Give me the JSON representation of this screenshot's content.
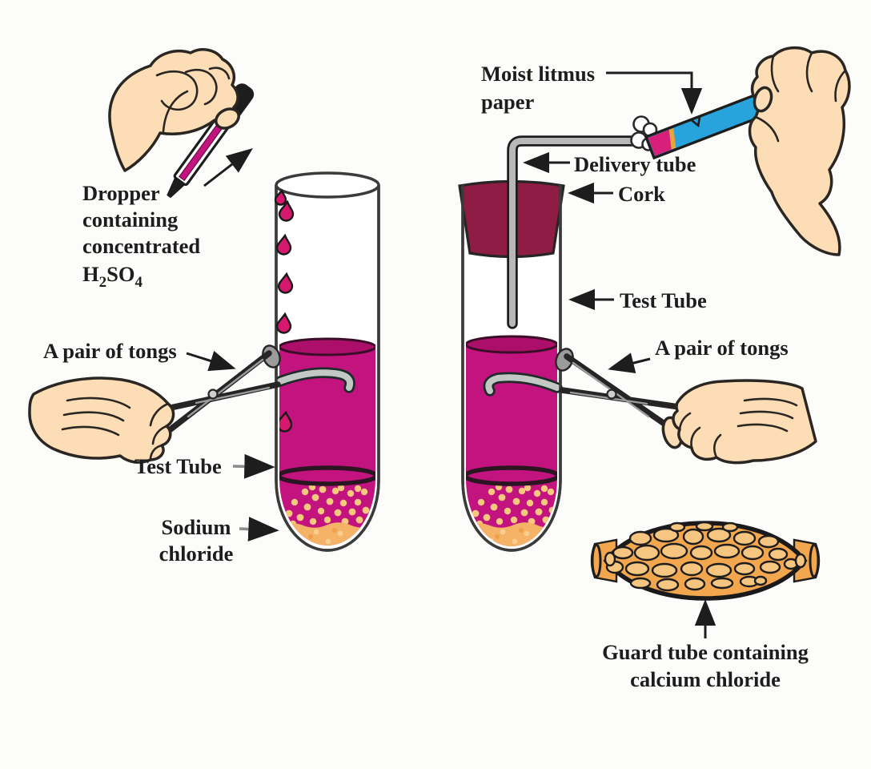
{
  "colors": {
    "background": "#fcfcfa",
    "ink": "#1d1d1d",
    "liquid": "#c3137e",
    "liquid_surface": "#ab0f6a",
    "cork": "#8e1c45",
    "litmus_blue": "#28a3dc",
    "litmus_tip_pink": "#d8207a",
    "litmus_tip_band": "#e8a33c",
    "salt_layer": "#f5b368",
    "salt_dot": "#f8c87e",
    "salt_speckle_light": "#f9ce8f",
    "salt_speckle_dark": "#eda049",
    "guard_fill": "#f2a64e",
    "pebble_light": "#f6c57f",
    "tube_gray": "#b8b8b8",
    "spoon_gray": "#c2c8c4",
    "skin": "#fcddb6",
    "drop": "#d6186e"
  },
  "labels": {
    "dropper": {
      "line1": "Dropper",
      "line2": "containing",
      "line3": "concentrated",
      "formula": {
        "el1": "H",
        "sub1": "2",
        "el2": "SO",
        "sub2": "4"
      }
    },
    "tongs_left": "A pair of tongs",
    "test_tube_left": "Test Tube",
    "sodium_chloride": {
      "line1": "Sodium",
      "line2": "chloride"
    },
    "moist_litmus": {
      "line1": "Moist litmus",
      "line2": "paper"
    },
    "delivery_tube": "Delivery tube",
    "cork": "Cork",
    "test_tube_right": "Test Tube",
    "tongs_right": "A pair of tongs",
    "guard_tube": {
      "line1": "Guard tube containing",
      "line2": "calcium chloride"
    }
  }
}
